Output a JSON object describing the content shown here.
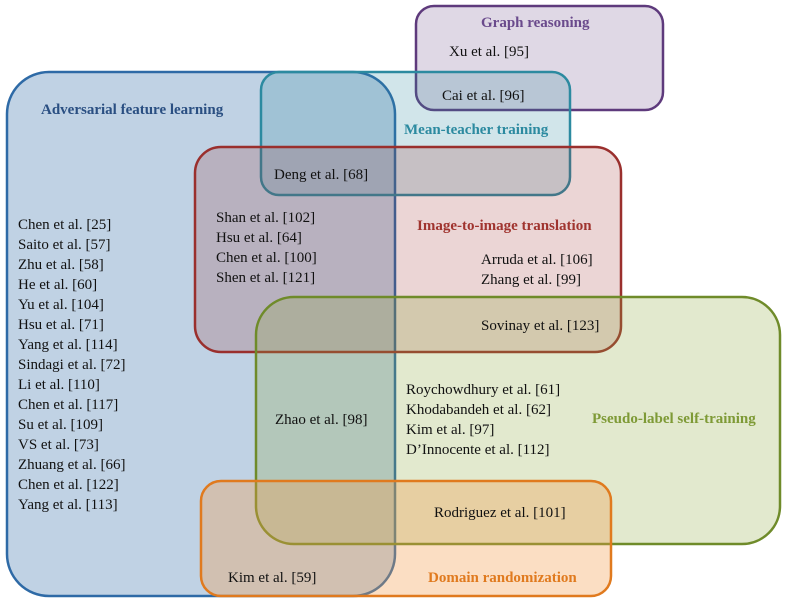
{
  "colors": {
    "adversarial": "#2e6aa6",
    "graph": "#5e3a7c",
    "mean_teacher": "#2c8aa0",
    "image_to_image": "#9a2f2d",
    "pseudo_label": "#6f8b2a",
    "domain_randomization": "#e07a1e"
  },
  "regions": {
    "adversarial": {
      "title": "Adversarial feature learning",
      "only": [
        "Chen et al. [25]",
        "Saito et al. [57]",
        "Zhu et al. [58]",
        "He et al. [60]",
        "Yu et al. [104]",
        "Hsu et al. [71]",
        "Yang et al. [114]",
        "Sindagi et al. [72]",
        "Li et al. [110]",
        "Chen et al. [117]",
        "Su et al. [109]",
        "VS et al. [73]",
        "Zhuang et al. [66]",
        "Chen et al. [122]",
        "Yang et al. [113]"
      ]
    },
    "graph": {
      "title": "Graph reasoning",
      "only": [
        "Xu et al. [95]"
      ]
    },
    "mean_teacher": {
      "title": "Mean-teacher training"
    },
    "image_to_image": {
      "title": "Image-to-image translation",
      "only": [
        "Arruda et al. [106]",
        "Zhang et al. [99]"
      ]
    },
    "pseudo_label": {
      "title": "Pseudo-label self-training",
      "only": [
        "Roychowdhury et al. [61]",
        "Khodabandeh et al. [62]",
        "Kim et al. [97]",
        "D’Innocente et al. [112]"
      ]
    },
    "domain_randomization": {
      "title": "Domain randomization"
    }
  },
  "overlaps": {
    "graph_mean_teacher": [
      "Cai et al. [96]"
    ],
    "adversarial_mean_teacher_image": [
      "Deng et al. [68]"
    ],
    "adversarial_image": [
      "Shan et al. [102]",
      "Hsu et al. [64]",
      "Chen et al. [100]",
      "Shen et al. [121]"
    ],
    "image_pseudo": [
      "Sovinay et al. [123]"
    ],
    "adversarial_pseudo": [
      "Zhao et al. [98]"
    ],
    "pseudo_domain": [
      "Rodriguez et al. [101]"
    ],
    "adversarial_domain": [
      "Kim et al. [59]"
    ]
  }
}
